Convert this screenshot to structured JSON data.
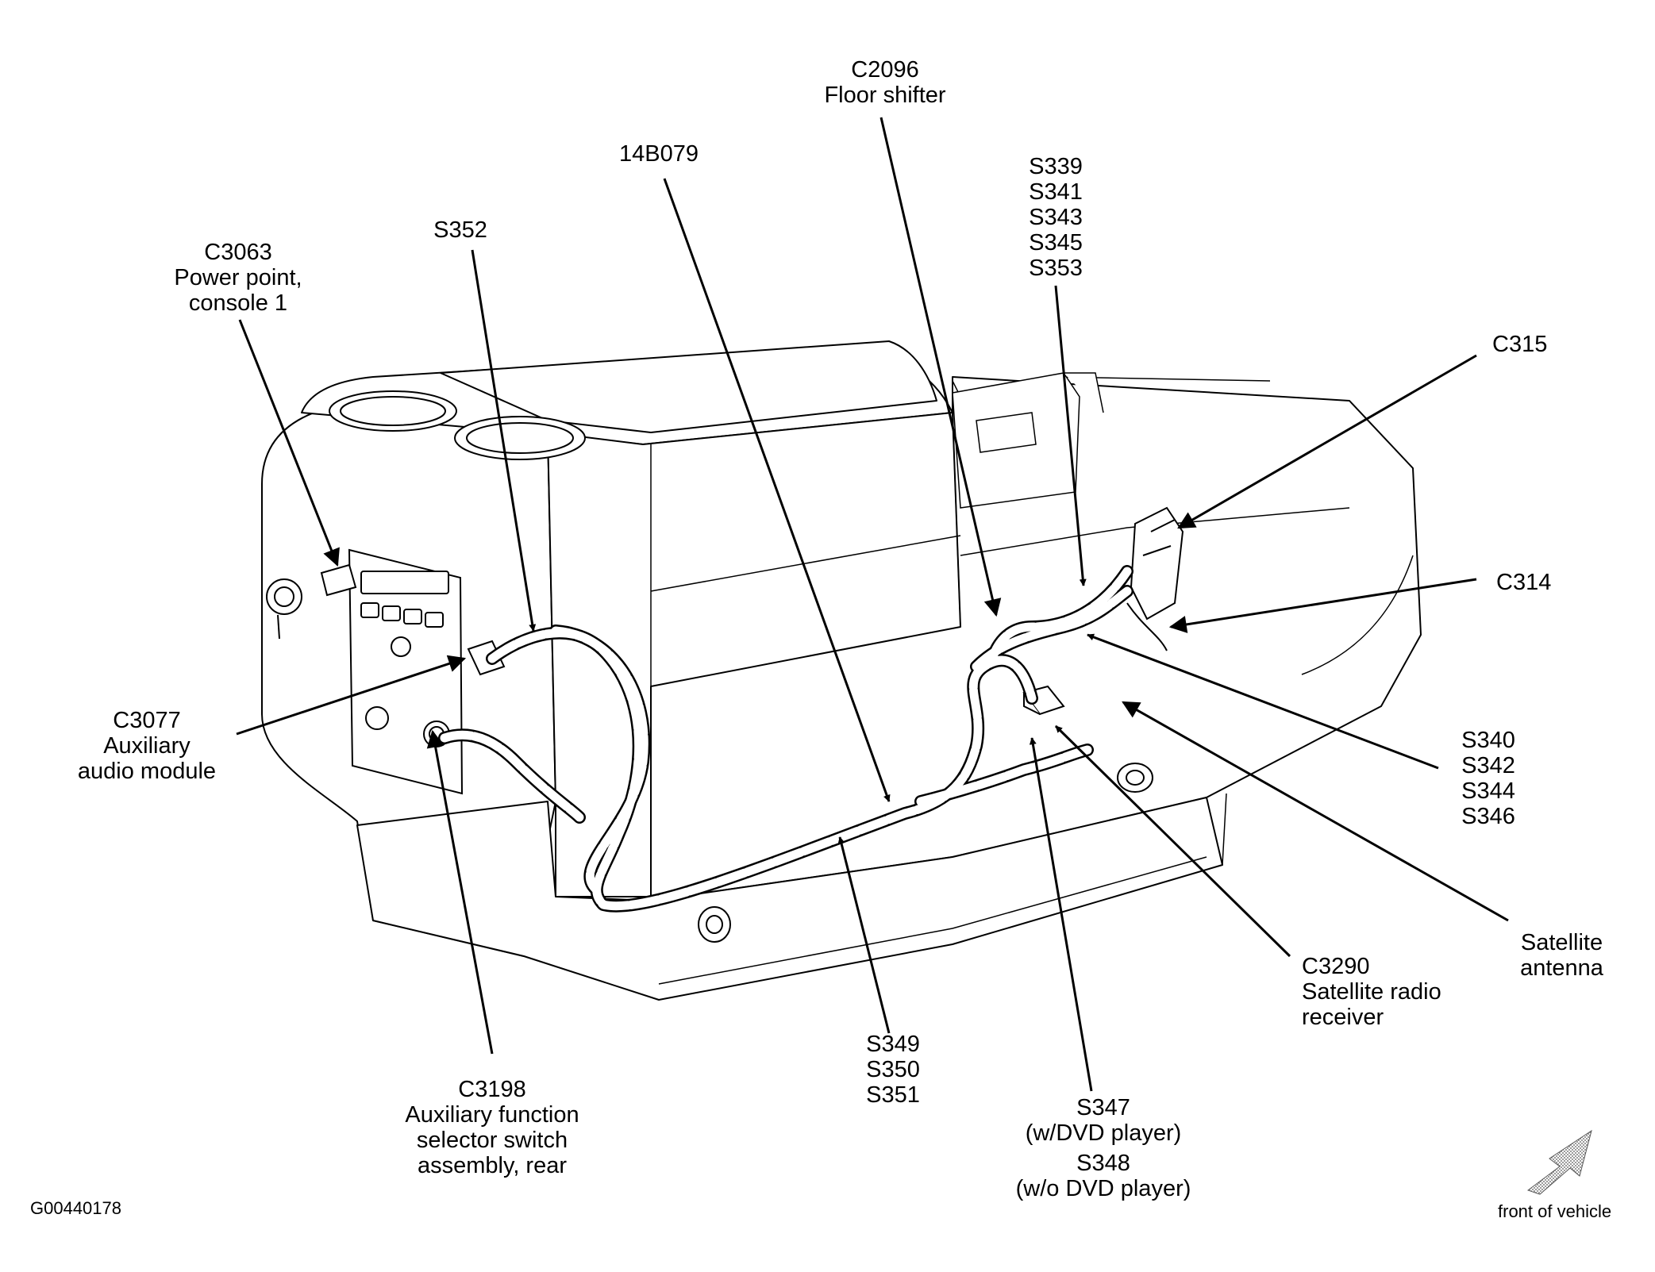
{
  "labels": {
    "c2096": [
      "C2096",
      "Floor shifter"
    ],
    "b14079": [
      "14B079"
    ],
    "s339": [
      "S339",
      "S341",
      "S343",
      "S345",
      "S353"
    ],
    "s352": [
      "S352"
    ],
    "c3063": [
      "C3063",
      "Power point,",
      "console 1"
    ],
    "c315": [
      "C315"
    ],
    "c314": [
      "C314"
    ],
    "c3077": [
      "C3077",
      "Auxiliary",
      "audio module"
    ],
    "s340": [
      "S340",
      "S342",
      "S344",
      "S346"
    ],
    "sat_antenna": [
      "Satellite",
      "antenna"
    ],
    "c3290": [
      "C3290",
      "Satellite radio",
      "receiver"
    ],
    "s349": [
      "S349",
      "S350",
      "S351"
    ],
    "c3198": [
      "C3198",
      "Auxiliary function",
      "selector switch",
      "assembly, rear"
    ],
    "s347": [
      "S347",
      "(w/DVD player)",
      "S348",
      "(w/o DVD player)"
    ],
    "figure_id": "G00440178",
    "front": "front of vehicle"
  }
}
